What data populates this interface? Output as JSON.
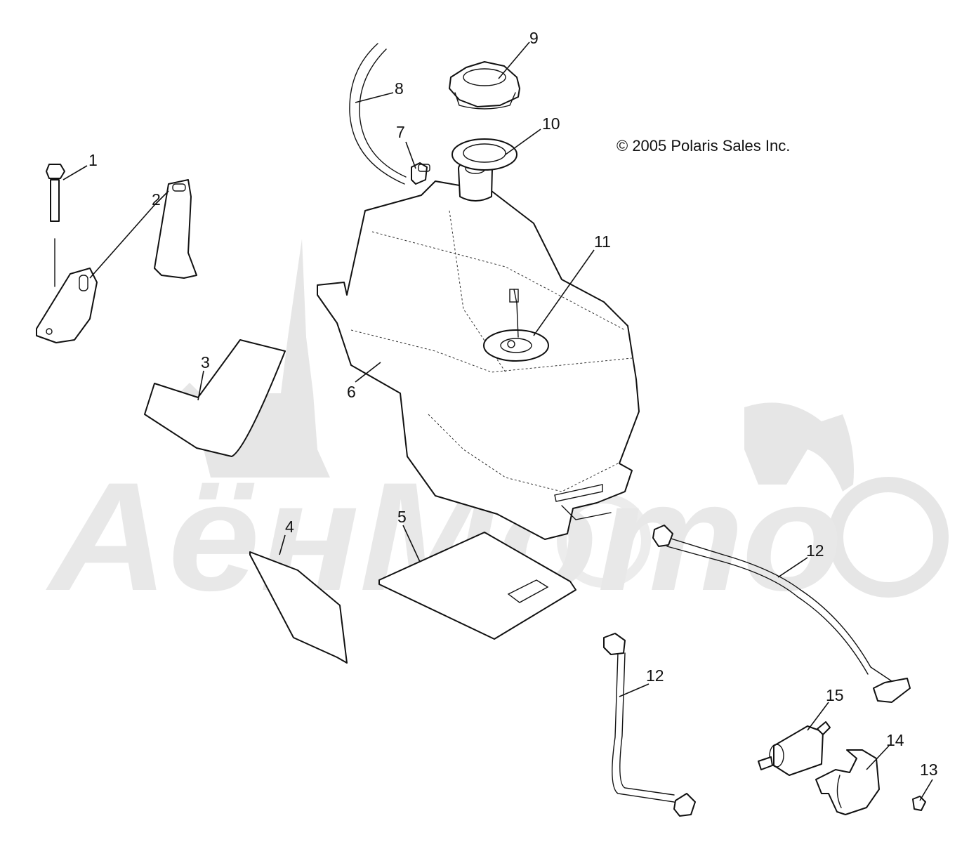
{
  "copyright": "© 2005 Polaris Sales Inc.",
  "watermark": "АёнМото",
  "callouts": [
    {
      "id": "1",
      "label": "1"
    },
    {
      "id": "2",
      "label": "2"
    },
    {
      "id": "3",
      "label": "3"
    },
    {
      "id": "4",
      "label": "4"
    },
    {
      "id": "5",
      "label": "5"
    },
    {
      "id": "6",
      "label": "6"
    },
    {
      "id": "7",
      "label": "7"
    },
    {
      "id": "8",
      "label": "8"
    },
    {
      "id": "9",
      "label": "9"
    },
    {
      "id": "10",
      "label": "10"
    },
    {
      "id": "11",
      "label": "11"
    },
    {
      "id": "12a",
      "label": "12"
    },
    {
      "id": "12b",
      "label": "12"
    },
    {
      "id": "13",
      "label": "13"
    },
    {
      "id": "14",
      "label": "14"
    },
    {
      "id": "15",
      "label": "15"
    }
  ]
}
